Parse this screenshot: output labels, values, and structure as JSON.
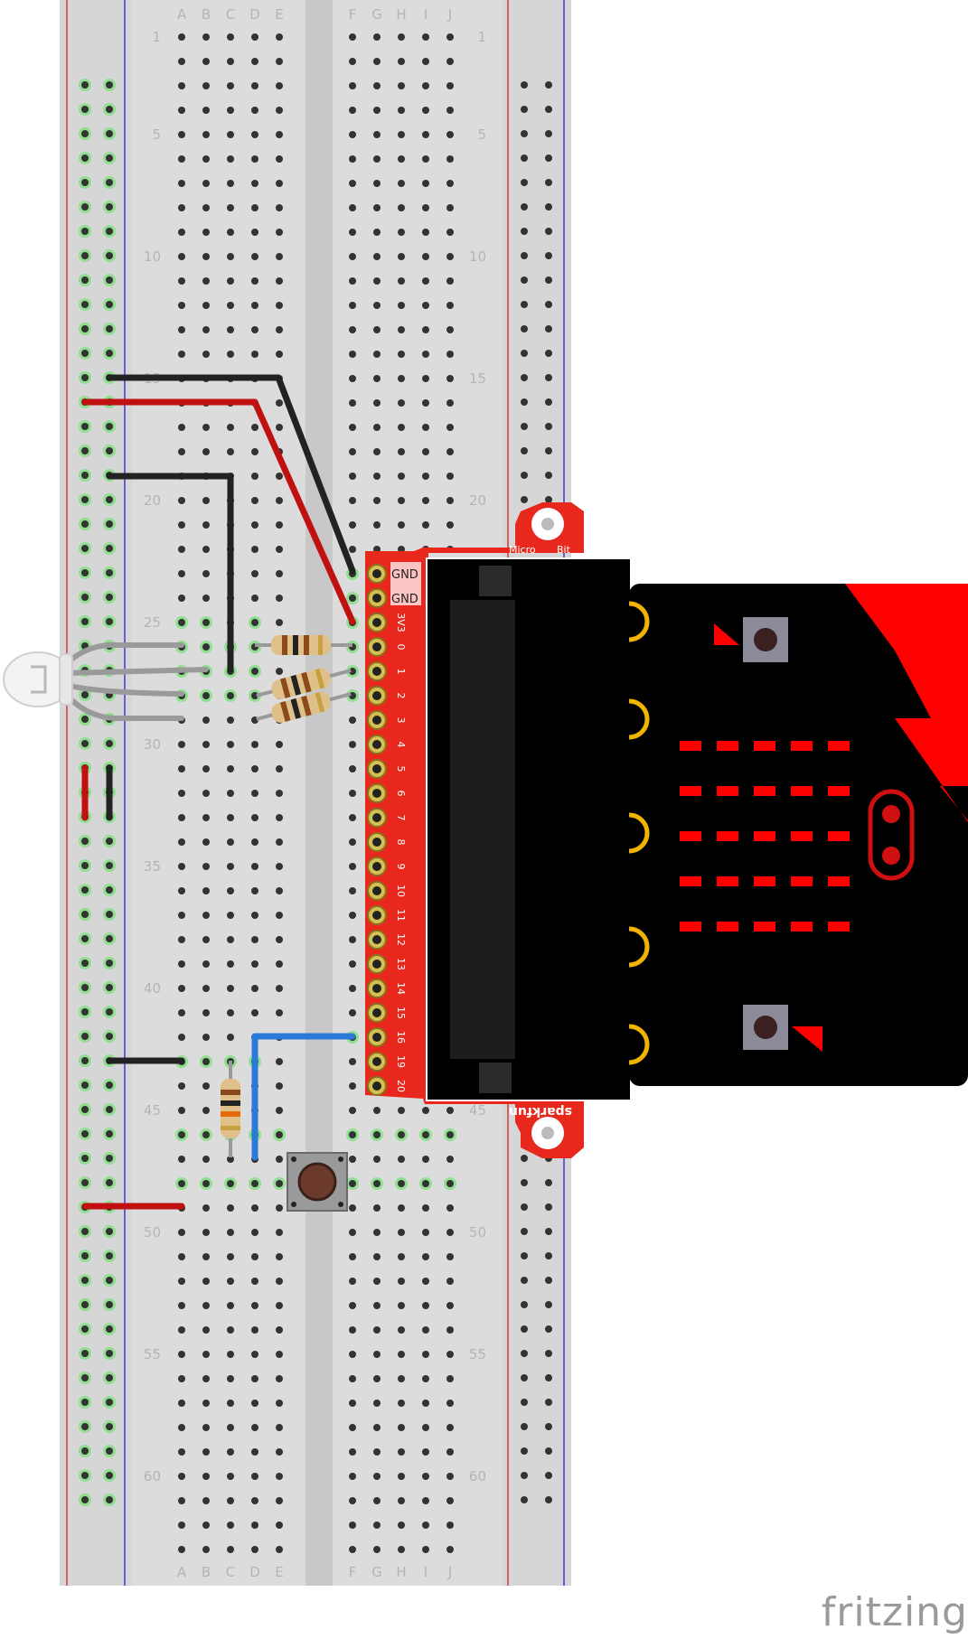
{
  "breadboard": {
    "columns_left": [
      "A",
      "B",
      "C",
      "D",
      "E"
    ],
    "columns_right": [
      "F",
      "G",
      "H",
      "I",
      "J"
    ],
    "row_labels": [
      "1",
      "5",
      "10",
      "15",
      "20",
      "25",
      "30",
      "35",
      "40",
      "45",
      "50",
      "55",
      "60"
    ]
  },
  "shield": {
    "pin_labels": [
      "GND",
      "GND",
      "3V3",
      "0",
      "1",
      "2",
      "3",
      "4",
      "5",
      "6",
      "7",
      "8",
      "9",
      "10",
      "11",
      "12",
      "13",
      "14",
      "15",
      "16",
      "19",
      "20"
    ],
    "top_label_left": "Micro",
    "top_label_right": "Bit",
    "bottom_logo": "sparkfun"
  },
  "colors": {
    "breadboard": "#dcdcdc",
    "rail_red": "#d43a3a",
    "rail_blue": "#3a3ad4",
    "shield_red": "#e8281c",
    "microbit_black": "#000000",
    "microbit_red": "#ff0000",
    "wire_black": "#222222",
    "wire_red": "#c01010",
    "wire_blue": "#2a7ad8",
    "led_gold": "#f0b400"
  },
  "brand": "fritzing"
}
